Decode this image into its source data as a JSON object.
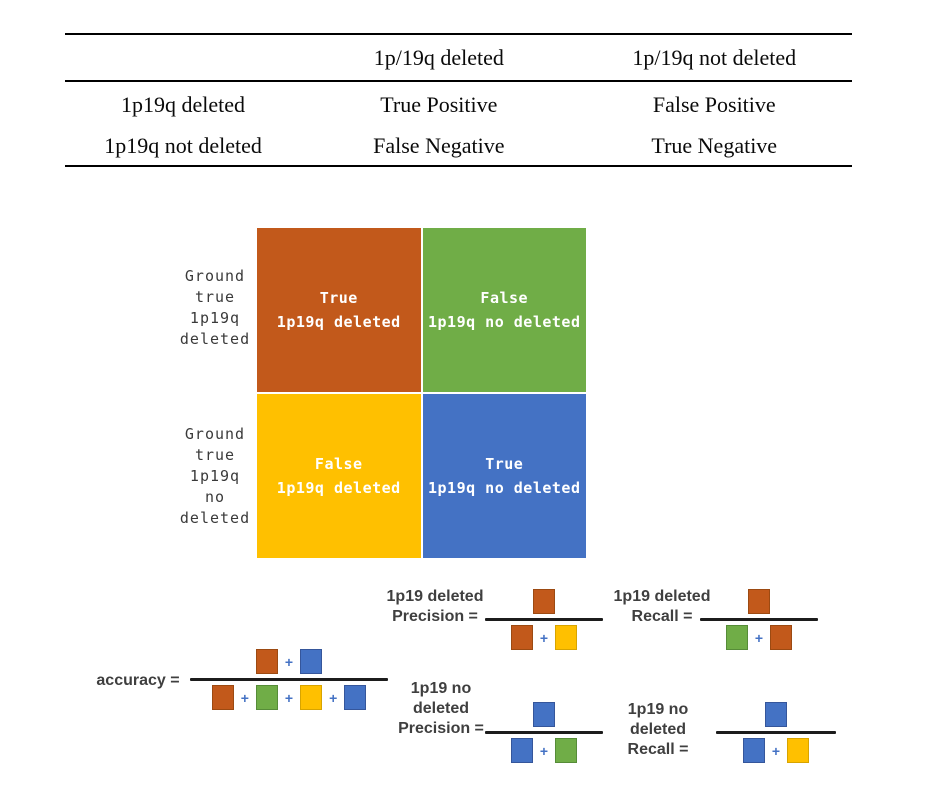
{
  "table": {
    "headers": [
      "",
      "1p/19q deleted",
      "1p/19q not deleted"
    ],
    "rows": [
      [
        "1p19q deleted",
        "True Positive",
        "False Positive"
      ],
      [
        "1p19q not deleted",
        "False Negative",
        "True Negative"
      ]
    ]
  },
  "matrix": {
    "row_labels": [
      {
        "lines": [
          "Ground",
          "true",
          "1p19q",
          "deleted"
        ]
      },
      {
        "lines": [
          "Ground",
          "true",
          "1p19q",
          "no",
          "deleted"
        ]
      }
    ],
    "cells": [
      {
        "line1": "True",
        "line2": "1p19q deleted",
        "color": "#C2591B"
      },
      {
        "line1": "False",
        "line2": "1p19q no deleted",
        "color": "#70AD47"
      },
      {
        "line1": "False",
        "line2": "1p19q deleted",
        "color": "#FFC000"
      },
      {
        "line1": "True",
        "line2": "1p19q no deleted",
        "color": "#4472C4"
      }
    ]
  },
  "colors": {
    "orange": "#C2591B",
    "green": "#70AD47",
    "yellow": "#FFC000",
    "blue": "#4472C4",
    "plus": "#4472C4"
  },
  "borders": {
    "orange": "#9C4A12",
    "green": "#568C38",
    "yellow": "#D8A400",
    "blue": "#35569B"
  },
  "formulas": {
    "plus": "+",
    "accuracy": {
      "label": "accuracy ="
    },
    "precision_deleted": {
      "label_line1": "1p19 deleted",
      "label_line2": "Precision ="
    },
    "recall_deleted": {
      "label_line1": "1p19 deleted",
      "label_line2": "Recall ="
    },
    "precision_no_deleted": {
      "label_line1": "1p19 no",
      "label_line2": "deleted",
      "label_line3": "Precision ="
    },
    "recall_no_deleted": {
      "label_line1": "1p19 no deleted",
      "label_line2": "Recall ="
    }
  }
}
